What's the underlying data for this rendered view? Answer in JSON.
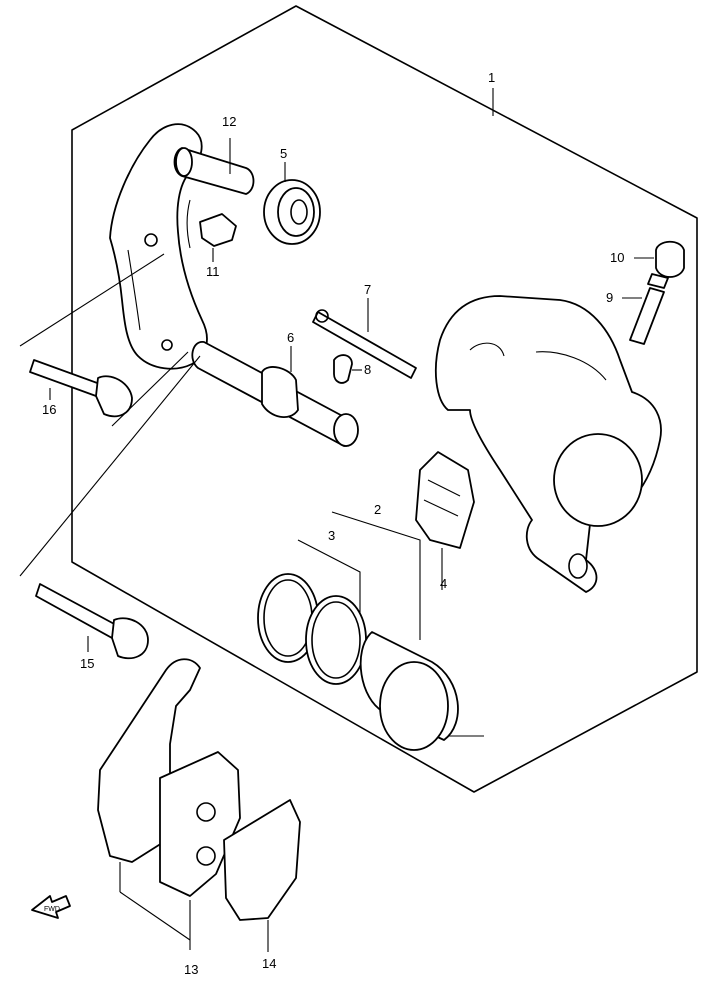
{
  "callouts": {
    "c1": "1",
    "c2": "2",
    "c3": "3",
    "c4": "4",
    "c5": "5",
    "c6": "6",
    "c7": "7",
    "c8": "8",
    "c9": "9",
    "c10": "10",
    "c11": "11",
    "c12": "12",
    "c13": "13",
    "c14": "14",
    "c15": "15",
    "c16": "16"
  },
  "direction_marker": "FWD"
}
